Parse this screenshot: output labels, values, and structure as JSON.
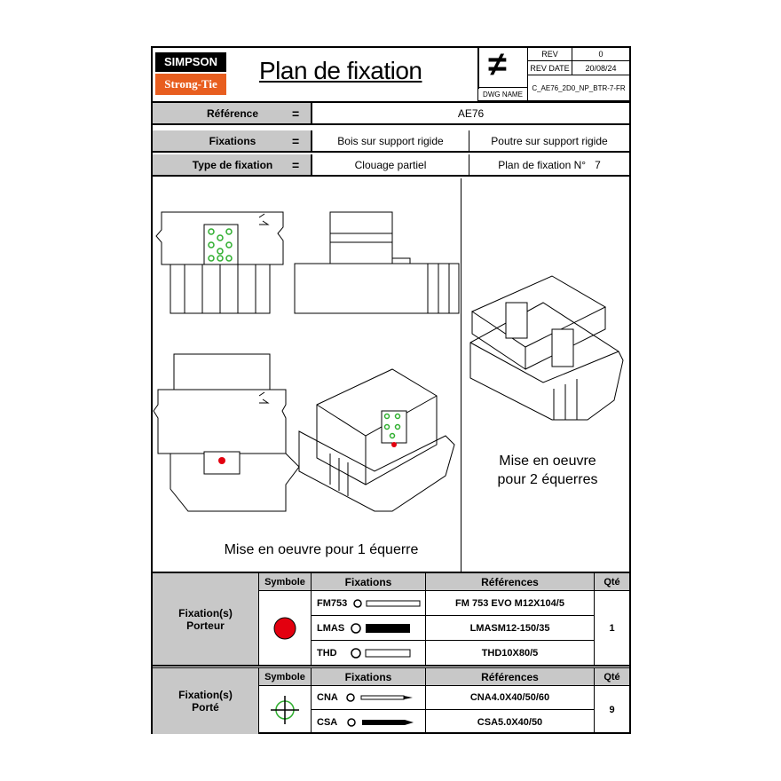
{
  "header": {
    "brand_top": "SIMPSON",
    "brand_bottom": "Strong-Tie",
    "title": "Plan de fixation",
    "rev_label": "REV",
    "rev_value": "0",
    "rev_date_label": "REV DATE",
    "rev_date_value": "20/08/24",
    "dwg_name_label": "DWG NAME",
    "dwg_name_value": "C_AE76_2D0_NP_BTR-7-FR"
  },
  "info": {
    "reference_label": "Référence",
    "reference_value": "AE76",
    "fixations_label": "Fixations",
    "fixations_value_1": "Bois sur support rigide",
    "fixations_value_2": "Poutre sur support rigide",
    "type_label": "Type de fixation",
    "type_value": "Clouage partiel",
    "plan_no_label": "Plan de fixation N°",
    "plan_no_value": "7",
    "equals": "="
  },
  "drawings": {
    "caption_one": "Mise en oeuvre pour 1 équerre",
    "caption_two_line1": "Mise en oeuvre",
    "caption_two_line2": "pour 2 équerres"
  },
  "porteur": {
    "label_line1": "Fixation(s)",
    "label_line2": "Porteur",
    "h_symbole": "Symbole",
    "h_fixations": "Fixations",
    "h_references": "Références",
    "h_qte": "Qté",
    "symbol_color": "#e3000f",
    "rows": [
      {
        "code": "FM753",
        "ref": "FM 753 EVO M12X104/5"
      },
      {
        "code": "LMAS",
        "ref": "LMASM12-150/35"
      },
      {
        "code": "THD",
        "ref": "THD10X80/5"
      }
    ],
    "qty": "1"
  },
  "porte": {
    "label_line1": "Fixation(s)",
    "label_line2": "Porté",
    "h_symbole": "Symbole",
    "h_fixations": "Fixations",
    "h_references": "Références",
    "h_qte": "Qté",
    "symbol_color": "#2fae2f",
    "rows": [
      {
        "code": "CNA",
        "ref": "CNA4.0X40/50/60"
      },
      {
        "code": "CSA",
        "ref": "CSA5.0X40/50"
      }
    ],
    "qty": "9"
  }
}
